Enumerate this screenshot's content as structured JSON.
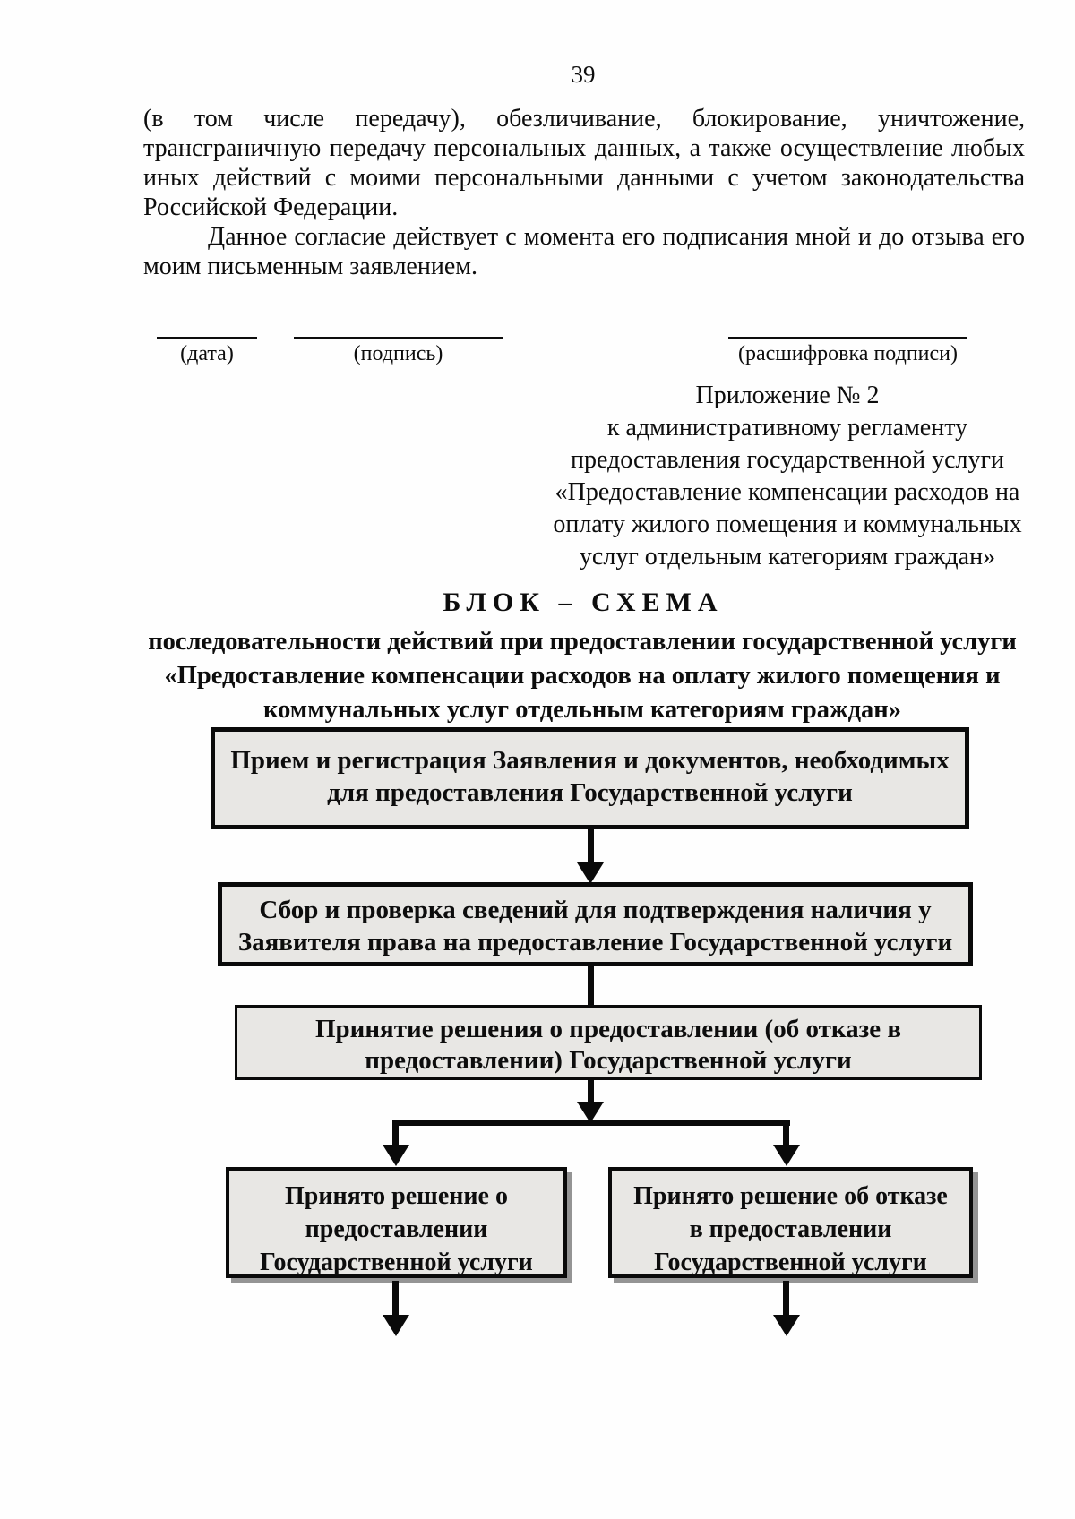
{
  "page": {
    "number": "39"
  },
  "consent": {
    "para1": "(в том числе передачу), обезличивание, блокирование, уничтожение, трансграничную передачу персональных данных, а также осуществление любых иных действий с моими персональными данными с учетом законодательства Российской Федерации.",
    "para2": "Данное согласие действует с момента его подписания мной и до отзыва его моим письменным заявлением."
  },
  "signature": {
    "date_label": "(дата)",
    "sign_label": "(подпись)",
    "decipher_label": "(расшифровка подписи)"
  },
  "appendix": {
    "lines": [
      "Приложение № 2",
      "к административному регламенту",
      "предоставления государственной услуги",
      "«Предоставление компенсации расходов на",
      "оплату жилого помещения и коммунальных",
      "услуг отдельным категориям граждан»"
    ]
  },
  "scheme": {
    "title": "БЛОК – СХЕМА",
    "subtitle_lines": [
      "последовательности действий при предоставлении государственной услуги",
      "«Предоставление компенсации расходов на оплату жилого помещения и",
      "коммунальных услуг отдельным категориям граждан»"
    ],
    "box1_lines": [
      "Прием и регистрация Заявления и документов, необходимых",
      "для предоставления Государственной услуги"
    ],
    "box2_lines": [
      "Сбор и проверка сведений для подтверждения наличия у",
      "Заявителя права на предоставление Государственной услуги"
    ],
    "box3_lines": [
      "Принятие решения о предоставлении (об отказе в",
      "предоставлении) Государственной услуги"
    ],
    "box_granted_lines": [
      "Принято решение о",
      "предоставлении",
      "Государственной услуги"
    ],
    "box_refused_lines": [
      "Принято решение об отказе",
      "в  предоставлении",
      "Государственной услуги"
    ],
    "colors": {
      "box_fill": "#e8e7e4",
      "line_color": "#0a0a0a",
      "shadow_color": "#949494"
    }
  }
}
